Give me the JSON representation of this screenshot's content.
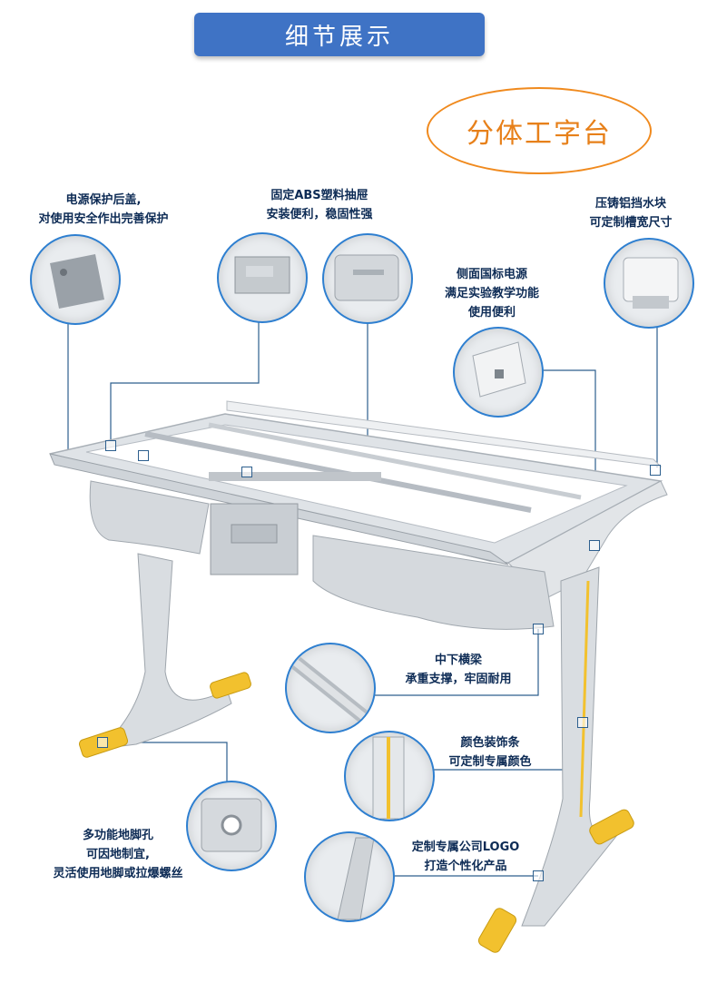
{
  "header": {
    "title": "细节展示"
  },
  "badge": {
    "text": "分体工字台"
  },
  "features": [
    {
      "lines": [
        "电源保护后盖,",
        "对使用安全作出完善保护"
      ]
    },
    {
      "lines": [
        "固定ABS塑料抽屉",
        "安装便利，稳固性强"
      ]
    },
    {
      "lines": [
        "压铸铝挡水块",
        "可定制槽宽尺寸"
      ]
    },
    {
      "lines": [
        "侧面国标电源",
        "满足实验教学功能",
        "使用便利"
      ]
    },
    {
      "lines": [
        "中下横梁",
        "承重支撑，牢固耐用"
      ]
    },
    {
      "lines": [
        "颜色装饰条",
        "可定制专属颜色"
      ]
    },
    {
      "lines": [
        "多功能地脚孔",
        "可因地制宜,",
        "灵活使用地脚或拉爆螺丝"
      ]
    },
    {
      "lines": [
        "定制专属公司LOGO",
        "打造个性化产品"
      ]
    }
  ],
  "colors": {
    "header_bg": "#3f73c5",
    "badge": "#e7801a",
    "accent_line": "#2e7fd0",
    "foot_yellow": "#f2c12e"
  }
}
